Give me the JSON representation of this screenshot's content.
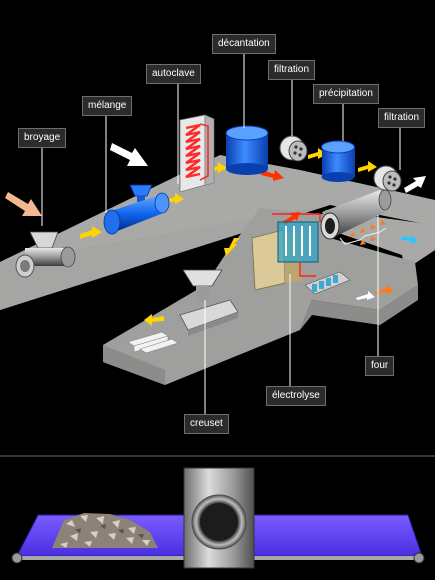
{
  "labels": {
    "broyage": "broyage",
    "melange": "mélange",
    "autoclave": "autoclave",
    "decantation": "décantation",
    "filtration1": "filtration",
    "precipitation": "précipitation",
    "filtration2": "filtration",
    "four": "four",
    "electrolyse": "électrolyse",
    "creuset": "creuset"
  },
  "colors": {
    "background": "#000000",
    "floor": "#a9aaa8",
    "arrow": "#ffd400",
    "red_arrow": "#ff3300",
    "tank_blue": "#1166ee",
    "conveyor_belt": "#6a4cff"
  },
  "icons": [
    "input-arrow-icon",
    "flow-arrow-icon",
    "output-arrow-icon"
  ]
}
